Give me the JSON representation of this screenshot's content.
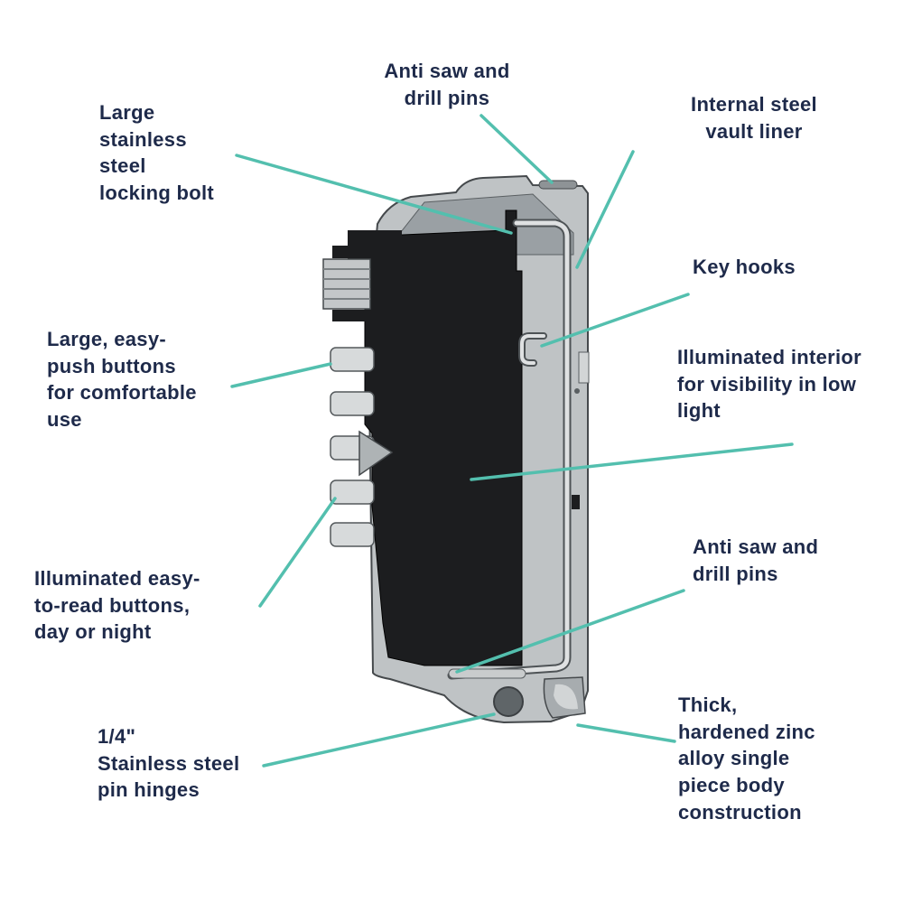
{
  "diagram": {
    "subject": "Key safe cross-section feature diagram",
    "colors": {
      "accent": "#53BFAE",
      "text": "#1E2A4A",
      "body_gray": "#BFC3C5",
      "interior_black": "#1C1D1F"
    },
    "callouts": [
      {
        "id": "locking-bolt",
        "text": "Large\nstainless\nsteel\nlocking bolt"
      },
      {
        "id": "anti-saw-top",
        "text": "Anti saw and\ndrill pins"
      },
      {
        "id": "internal-liner",
        "text": "Internal steel\nvault liner"
      },
      {
        "id": "key-hooks",
        "text": "Key hooks"
      },
      {
        "id": "easy-push-buttons",
        "text": "Large, easy-\npush buttons\nfor comfortable\nuse"
      },
      {
        "id": "illuminated-interior",
        "text": "Illuminated interior\nfor visibility in low\nlight"
      },
      {
        "id": "illuminated-buttons",
        "text": "Illuminated easy-\nto-read buttons,\nday or night"
      },
      {
        "id": "anti-saw-bottom",
        "text": "Anti saw and\ndrill pins"
      },
      {
        "id": "pin-hinges",
        "text": "1/4\"\nStainless steel\npin hinges"
      },
      {
        "id": "body-construction",
        "text": "Thick,\nhardened zinc\nalloy single\npiece body\nconstruction"
      }
    ]
  }
}
